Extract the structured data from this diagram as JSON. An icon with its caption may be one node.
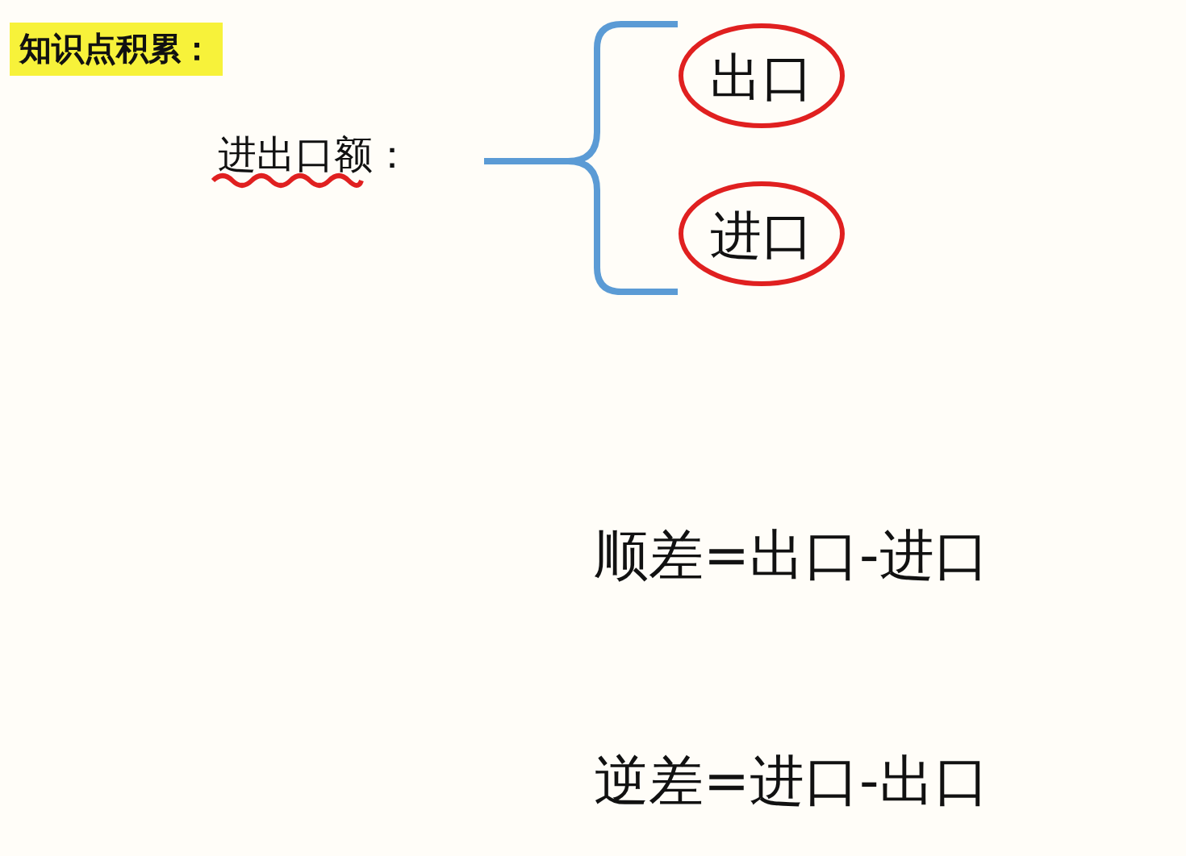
{
  "diagram": {
    "title": "知识点积累：",
    "nodes": [
      {
        "text": [
          "出口"
        ]
      },
      {
        "text": [
          "进口"
        ]
      }
    ],
    "labels": [
      "进出口额：",
      "顺差=出口-进口",
      "逆差=进口-出口"
    ]
  }
}
